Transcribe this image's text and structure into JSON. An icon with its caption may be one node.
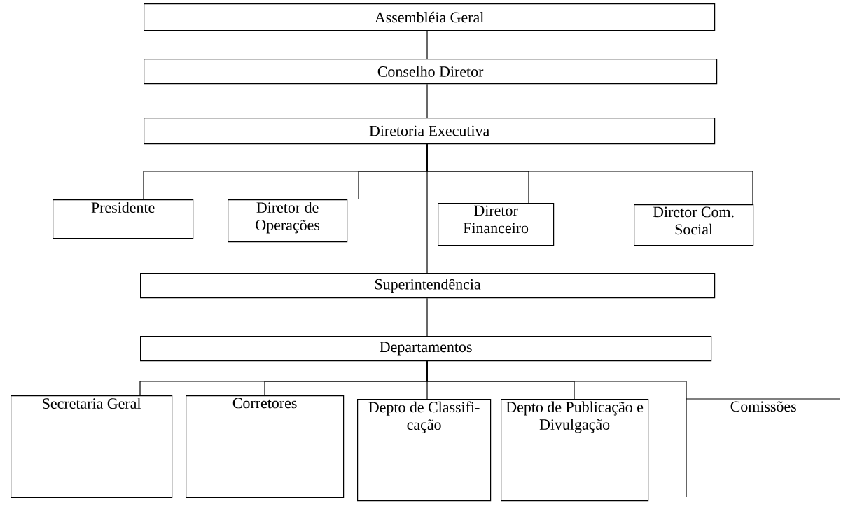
{
  "diagram": {
    "nodes": [
      {
        "text": [
          "Assembléia Geral"
        ]
      },
      {
        "text": [
          "Conselho Diretor"
        ]
      },
      {
        "text": [
          "Diretoria Executiva"
        ]
      },
      {
        "text": [
          "Presidente"
        ]
      },
      {
        "text": [
          "Diretor de Operações"
        ]
      },
      {
        "text": [
          "Diretor Financeiro"
        ]
      },
      {
        "text": [
          "Diretor Com. Social"
        ]
      },
      {
        "text": [
          "Superintendência"
        ]
      },
      {
        "text": [
          "Departamentos"
        ]
      },
      {
        "text": [
          "Secretaria Geral"
        ]
      },
      {
        "text": [
          "Corretores"
        ]
      },
      {
        "text": [
          "Depto de Classifi- cação"
        ]
      },
      {
        "text": [
          "Depto de Publicação e Divulgação"
        ]
      },
      {
        "text": [
          "Comissões"
        ]
      }
    ],
    "edges": [
      {
        "from": 0,
        "to": 1,
        "arrow": "none"
      },
      {
        "from": 1,
        "to": 2,
        "arrow": "none"
      },
      {
        "from": 2,
        "to": 3,
        "arrow": "none"
      },
      {
        "from": 2,
        "to": 4,
        "arrow": "none"
      },
      {
        "from": 2,
        "to": 5,
        "arrow": "none"
      },
      {
        "from": 2,
        "to": 6,
        "arrow": "none"
      },
      {
        "from": 2,
        "to": 7,
        "arrow": "none"
      },
      {
        "from": 7,
        "to": 8,
        "arrow": "none"
      },
      {
        "from": 8,
        "to": 9,
        "arrow": "none"
      },
      {
        "from": 8,
        "to": 10,
        "arrow": "none"
      },
      {
        "from": 8,
        "to": 11,
        "arrow": "none"
      },
      {
        "from": 8,
        "to": 12,
        "arrow": "none"
      },
      {
        "from": 8,
        "to": 13,
        "arrow": "none"
      }
    ]
  }
}
